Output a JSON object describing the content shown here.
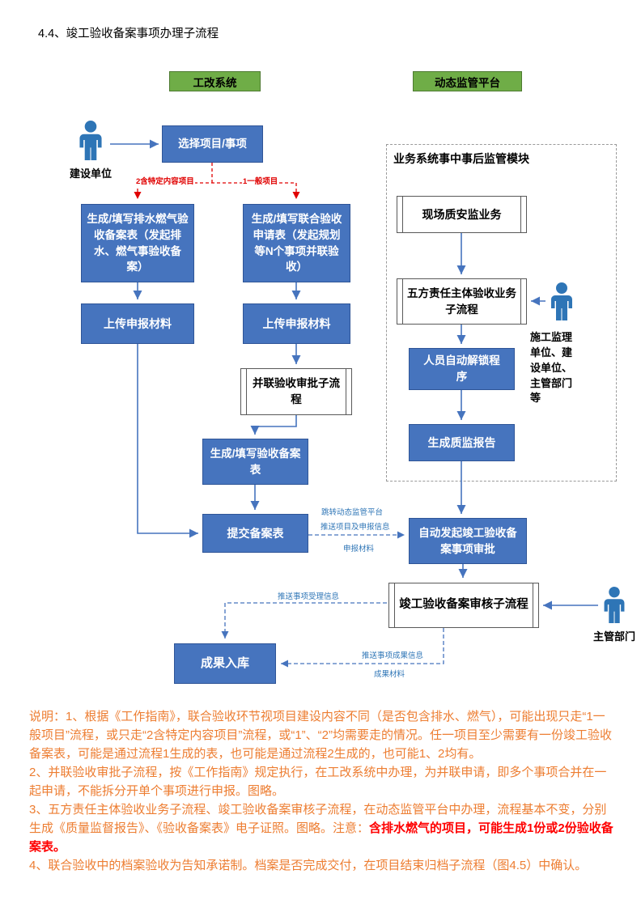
{
  "page": {
    "title": "4.4、竣工验收备案事项办理子流程"
  },
  "lanes": {
    "left_system": "工改系统",
    "right_system": "动态监管平台"
  },
  "actors": {
    "construction_unit": "建设单位",
    "supervision_units": "施工监理单位、建设单位、主管部门等",
    "authority": "主管部门"
  },
  "flow": {
    "select_project": "选择项目/事项",
    "gen_drainage_form": "生成/填写排水燃气验收备案表（发起排水、燃气事验收备案）",
    "gen_joint_form": "生成/填写联合验收申请表（发起规划等N个事项并联验收）",
    "upload_left": "上传申报材料",
    "upload_mid": "上传申报材料",
    "joint_approval_subprocess": "并联验收审批子流程",
    "gen_record_form": "生成/填写验收备案表",
    "submit_record_form": "提交备案表",
    "module_label": "业务系统事中事后监管模块",
    "site_quality_safety": "现场质安监业务",
    "five_parties_subprocess": "五方责任主体验收业务子流程",
    "auto_unlock": "人员自动解锁程序",
    "gen_quality_report": "生成质监报告",
    "auto_initiate_review": "自动发起竣工验收备案事项审批",
    "record_review_subprocess": "竣工验收备案审核子流程",
    "archive_results": "成果入库"
  },
  "edge_labels": {
    "branch_special": "2含特定内容项目",
    "branch_general": "1一般项目",
    "jump_platform": "跳转动态监管平台",
    "push_project_info": "推送项目及申报信息",
    "declare_materials": "申报材料",
    "push_acceptance_info": "推送事项受理信息",
    "push_result_info": "推送事项成果信息",
    "result_materials": "成果材料"
  },
  "notes": {
    "n1": "说明：1、根据《工作指南》，联合验收环节视项目建设内容不同（是否包含排水、燃气），可能出现只走“1一般项目”流程，或只走“2含特定内容项目”流程，或“1”、“2”均需要走的情况。任一项目至少需要有一份竣工验收备案表，可能是通过流程1生成的表，也可能是通过流程2生成的，也可能1、2均有。",
    "n2": "2、并联验收审批子流程，按《工作指南》规定执行，在工改系统中办理，为并联申请，即多个事项合并在一起申请，不能拆分开单个事项进行申报。图略。",
    "n3a": "3、五方责任主体验收业务子流程、竣工验收备案审核子流程，在动态监管平台中办理，流程基本不变，分别生成《质量监督报告》、《验收备案表》电子证照。图略。注意：",
    "n3b": "含排水燃气的项目，可能生成1份或2份验收备案表。",
    "n4": "4、联合验收中的档案验收为告知承诺制。档案是否完成交付，在项目结束归档子流程（图4.5）中确认。"
  },
  "colors": {
    "box_blue": "#4674BE",
    "lane_green": "#6FAD47",
    "branch_red": "#E00000",
    "note_orange": "#ED7D31",
    "note_red": "#FF0000",
    "person_blue": "#2E75B6"
  }
}
